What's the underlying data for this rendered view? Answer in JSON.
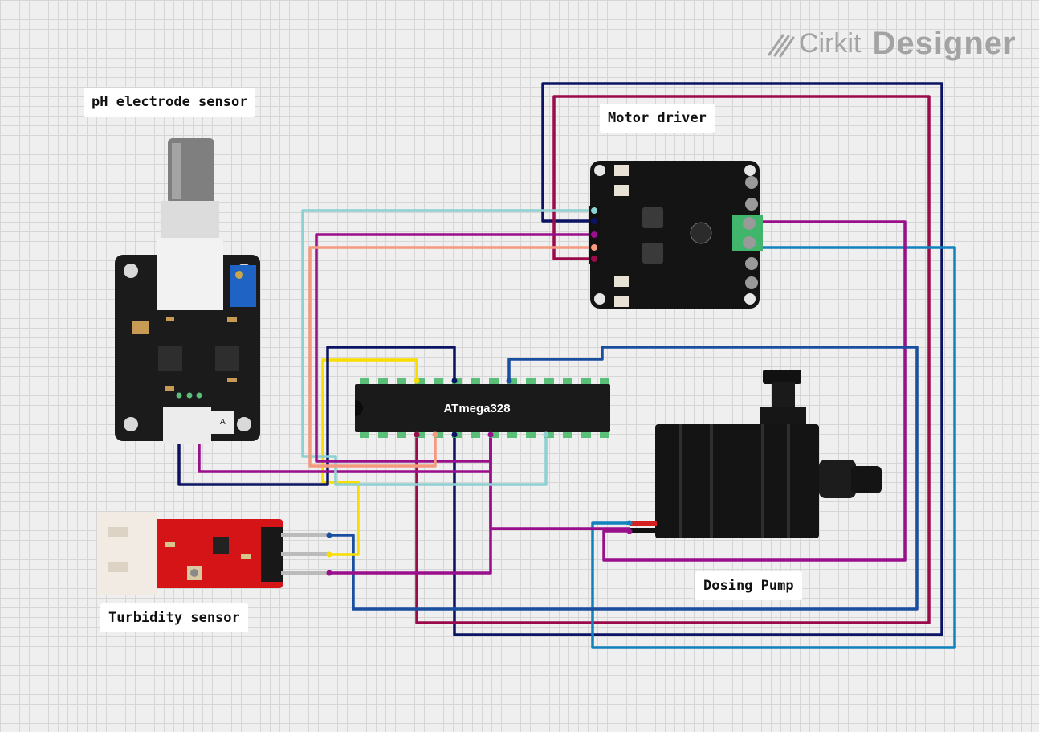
{
  "brand": {
    "prefix": "Cirkit",
    "suffix": "Designer",
    "icon": "cirkit-logo-icon"
  },
  "components": {
    "ph_sensor": {
      "label": "pH electrode sensor"
    },
    "motor_driver": {
      "label": "Motor driver"
    },
    "mcu": {
      "label": "ATmega328"
    },
    "turbidity": {
      "label": "Turbidity sensor"
    },
    "pump": {
      "label": "Dosing Pump"
    }
  },
  "wire_colors": {
    "navy": "#0b1464",
    "maroon": "#9b0a4a",
    "purple": "#9a0f8c",
    "teal": "#8dd1d3",
    "salmon": "#f59a7e",
    "yellow": "#f7dd00",
    "blue": "#1a4fa0",
    "cyan": "#1282bd",
    "pin_green": "#5bbf7a"
  }
}
